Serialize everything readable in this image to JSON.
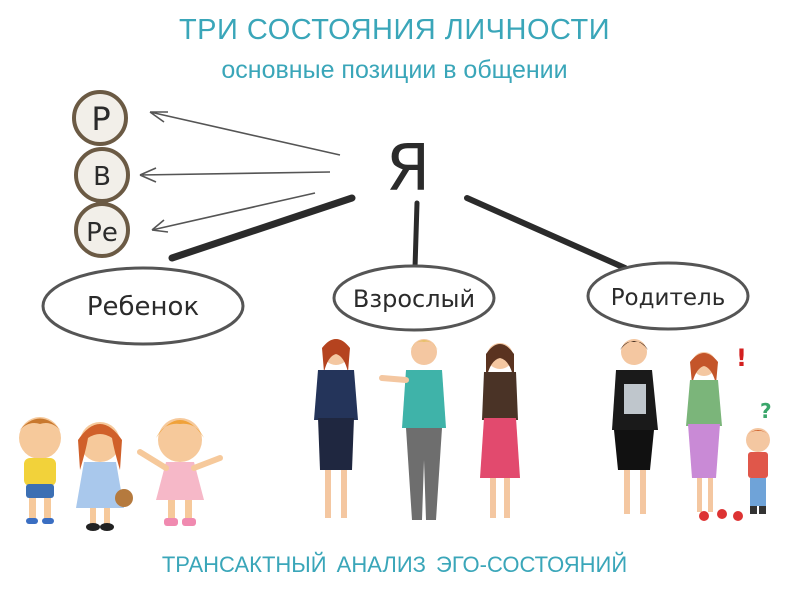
{
  "header": {
    "title": "ТРИ СОСТОЯНИЯ ЛИЧНОСТИ",
    "subtitle": "основные позиции в общении"
  },
  "center": {
    "label": "Я"
  },
  "states_small": [
    {
      "letter": "Р"
    },
    {
      "letter": "В"
    },
    {
      "letter": "Ре"
    }
  ],
  "states": [
    {
      "label": "Ребенок"
    },
    {
      "label": "Взрослый"
    },
    {
      "label": "Родитель"
    }
  ],
  "footer": {
    "text": "ТРАНСАКТНЫЙ АНАЛИЗ  ЭГО-СОСТОЯНИЙ"
  },
  "colors": {
    "accent": "#3aa6b9",
    "ink": "#2b2b2b",
    "circle_fill": "#f2efe9",
    "circle_stroke": "#6b5a44"
  },
  "marks": {
    "exclaim": "!",
    "question": "?"
  }
}
